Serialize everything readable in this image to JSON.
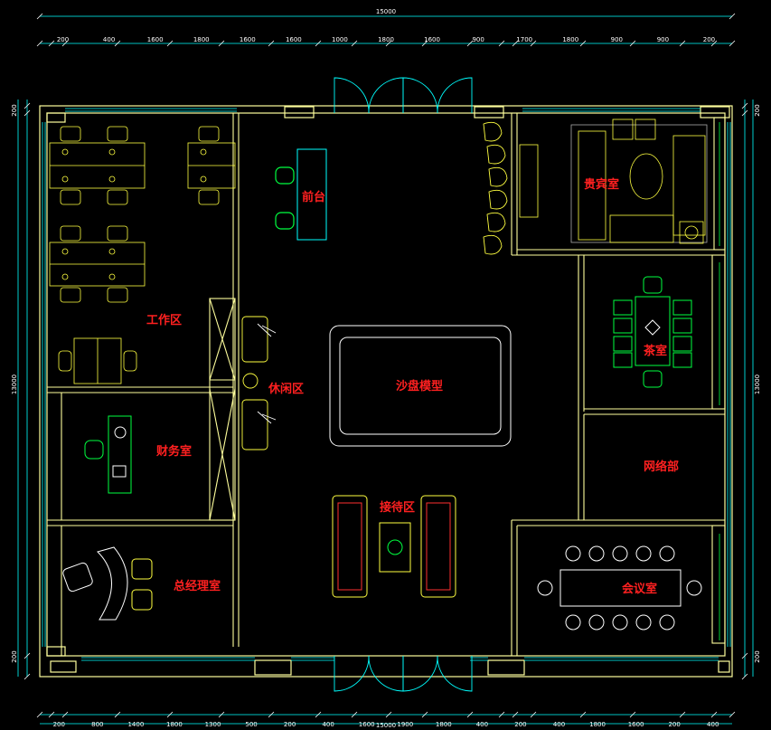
{
  "colors": {
    "background": "#000000",
    "wall": "#fefe9c",
    "dimension": "#00ffff",
    "label": "#ff2020",
    "furniture": "#ffff40",
    "green": "#00ff40",
    "red": "#ff3030",
    "white": "#ffffff",
    "magenta": "#ff60ff"
  },
  "labels": {
    "reception": "前台",
    "vip_room": "贵宾室",
    "workspace": "工作区",
    "leisure": "休闲区",
    "sandtable": "沙盘模型",
    "tea_room": "茶室",
    "finance": "财务室",
    "network": "网络部",
    "waiting": "接待区",
    "meeting": "会议室",
    "gm_office": "总经理室"
  },
  "dimensions": {
    "total_top": "15000",
    "total_bottom": "15000",
    "top": [
      "200",
      "400",
      "1600",
      "1800",
      "1600",
      "1600",
      "1000",
      "1800",
      "1600",
      "900",
      "1700",
      "1800",
      "900",
      "900",
      "200"
    ],
    "bottom": [
      "200",
      "800",
      "1400",
      "1800",
      "1300",
      "500",
      "200",
      "400",
      "1600",
      "1900",
      "1800",
      "400",
      "200",
      "400",
      "1800",
      "1600",
      "200",
      "400"
    ],
    "left": [
      "200",
      "13000",
      "200"
    ],
    "right": [
      "200",
      "13000",
      "200"
    ]
  }
}
